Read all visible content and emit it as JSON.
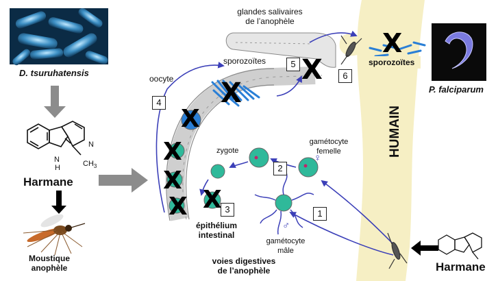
{
  "labels": {
    "bacteria": "D. tsuruhatensis",
    "harmane": "Harmane",
    "harmane_bottom": "Harmane",
    "mosquito": "Moustique\nanophèle",
    "oocyte": "oocyte",
    "sporozoites_mid": "sporozoïtes",
    "glandes": "glandes salivaires\nde l’anophèle",
    "zygote": "zygote",
    "gametocyte_f": "gamétocyte\nfemelle",
    "gametocyte_m": "gamétocyte\nmâle",
    "epithelium": "épithélium\nintestinal",
    "voies": "voies digestives\nde l’anophèle",
    "sporozoites_right": "sporozoïtes",
    "pfalciparum": "P. falciparum",
    "humain": "HUMAIN",
    "ch3": "CH",
    "ch3_sub": "3",
    "n_atom": "N",
    "nh_atom": "N",
    "h_atom": "H"
  },
  "steps": [
    "1",
    "2",
    "3",
    "4",
    "5",
    "6"
  ],
  "x_marks": [
    "X",
    "X",
    "X",
    "X",
    "X",
    "X",
    "X",
    "X"
  ],
  "symbols": {
    "female": "♀",
    "male": "♂"
  },
  "colors": {
    "arrow_blue": "#3b3fb8",
    "arrow_gray": "#8c8c8c",
    "skin": "#f6efc4",
    "cell_teal": "#2fb99a",
    "sporozoite_blue": "#2a7fd6",
    "epithelium_gray": "#d8d8d8"
  },
  "icons": [
    "bacteria-image-icon",
    "mosquito-icon",
    "plasmodium-icon",
    "harmane-molecule-icon"
  ]
}
